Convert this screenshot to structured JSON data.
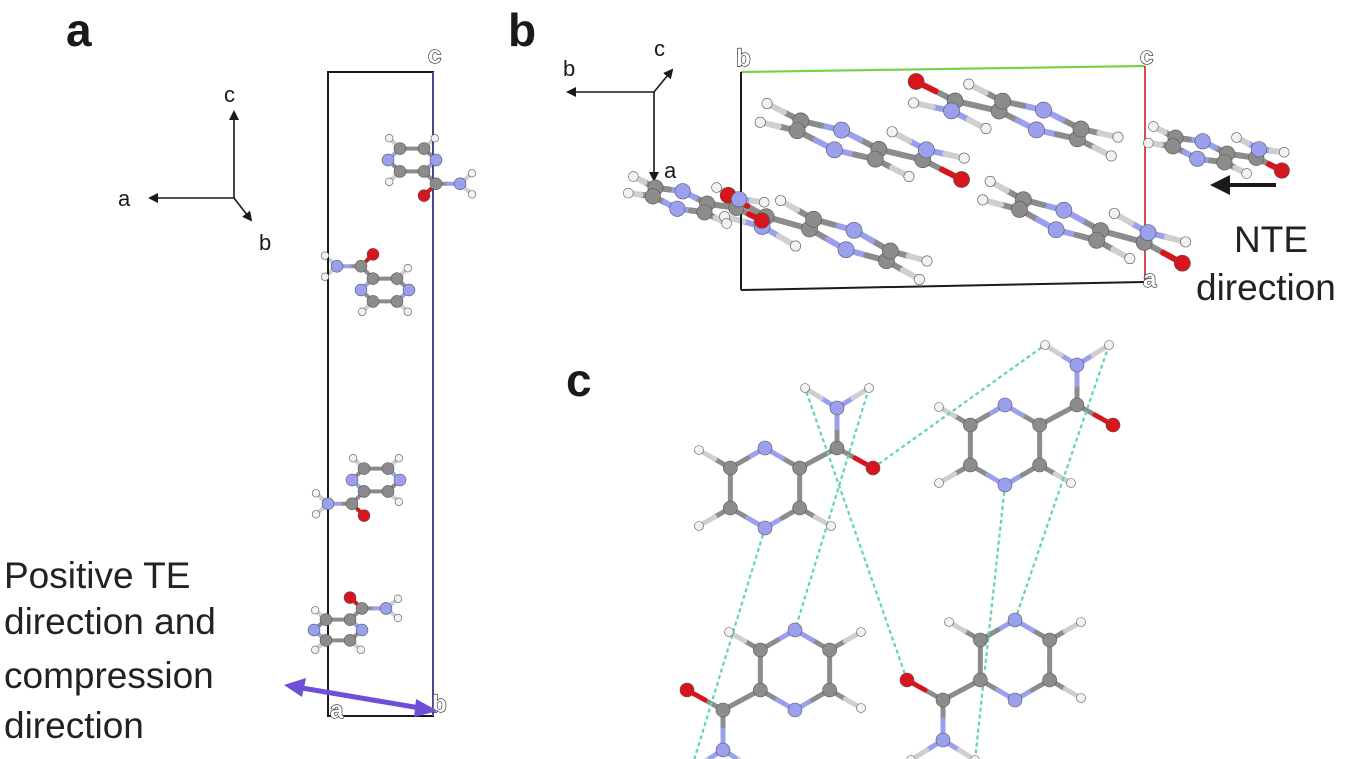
{
  "panels": {
    "a": "a",
    "b": "b",
    "c": "c"
  },
  "axes_a": {
    "c": "c",
    "a": "a",
    "b": "b"
  },
  "axes_b": {
    "c": "c",
    "b": "b",
    "a": "a"
  },
  "corners_a": {
    "top": "c",
    "bottom_left": "a",
    "bottom_right": "b"
  },
  "corners_b": {
    "top_left": "b",
    "top_right": "c",
    "bottom_right": "a"
  },
  "callouts": {
    "positive_te": [
      "Positive TE",
      "direction and",
      "compression",
      "direction"
    ],
    "nte": [
      "NTE",
      "direction"
    ]
  },
  "colors": {
    "carbon": "#8c8c8c",
    "nitrogen": "#9aa0ee",
    "oxygen": "#d8141c",
    "hydrogen": "#f2f2f2",
    "hbond": "#62d4b4",
    "te_arrow": "#6d4fd8",
    "cell_b_axis": "#77d24a",
    "cell_a_axis": "#cc2222"
  }
}
